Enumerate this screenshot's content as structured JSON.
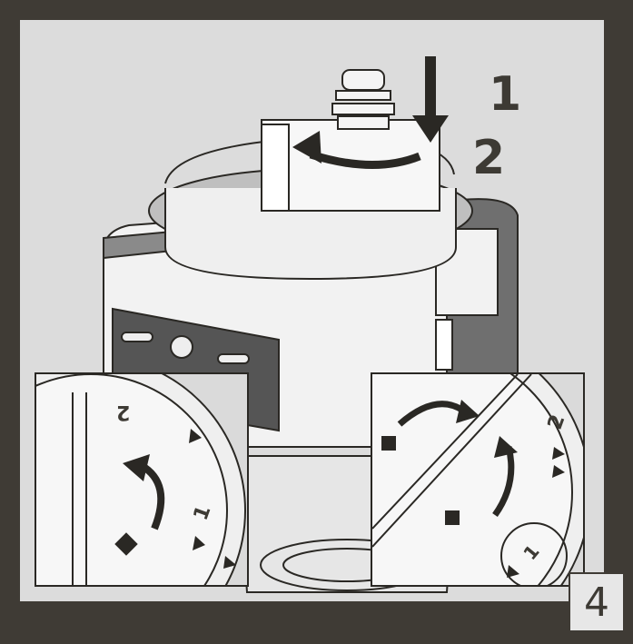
{
  "figure": {
    "step_number": "4",
    "callouts": {
      "push_down": "1",
      "rotate": "2"
    },
    "dial_marks": {
      "left_inset": [
        "2",
        "1"
      ],
      "right_inset": [
        "2",
        "1"
      ]
    },
    "colors": {
      "frame": "#3f3b35",
      "panel": "#dcdcdc",
      "ink": "#2a2824"
    }
  }
}
